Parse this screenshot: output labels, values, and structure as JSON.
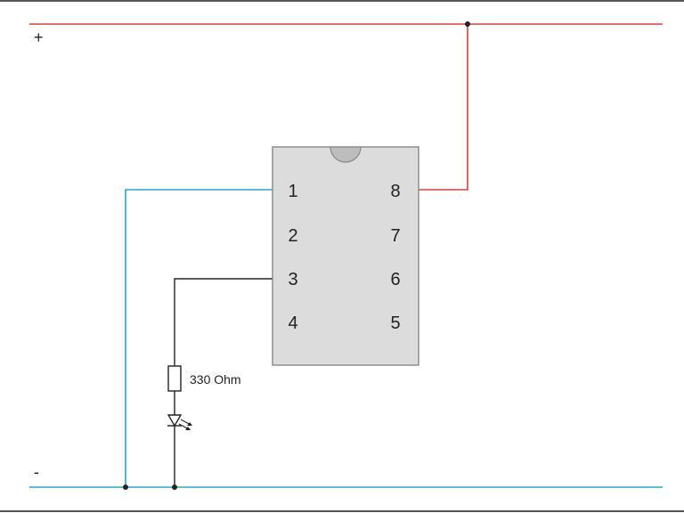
{
  "rails": {
    "positive_label": "+",
    "negative_label": "-"
  },
  "chip": {
    "pins_left": [
      "1",
      "2",
      "3",
      "4"
    ],
    "pins_right": [
      "8",
      "7",
      "6",
      "5"
    ]
  },
  "resistor": {
    "label": "330 Ohm"
  },
  "colors": {
    "positive": "#d9413a",
    "negative": "#2aa7c4",
    "signal": "#222222",
    "chip_fill": "#dcdcdc",
    "chip_border": "#888888"
  }
}
